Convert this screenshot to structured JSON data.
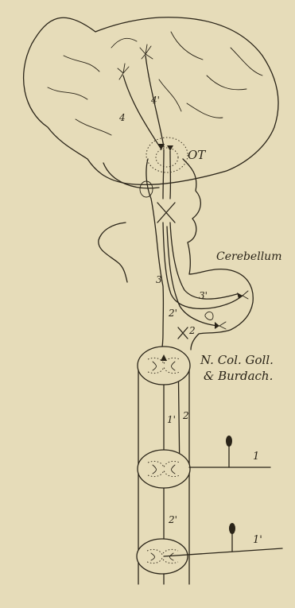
{
  "labels": {
    "ot": "OT",
    "cerebellum": "Cerebellum",
    "nuclei_line1": "N. Col. Goll.",
    "nuclei_line2": "& Burdach.",
    "path_4": "4",
    "path_4p": "4'",
    "path_3": "3",
    "path_3p": "3'",
    "path_2_upper": "2",
    "path_2p_upper": "2'",
    "path_2_lower": "2",
    "path_1p_lower": "1'",
    "path_2p_lower": "2'",
    "path_1": "1",
    "path_1p": "1'"
  },
  "colors": {
    "paper": "#e6dcb9",
    "ink": "#2a2418"
  }
}
